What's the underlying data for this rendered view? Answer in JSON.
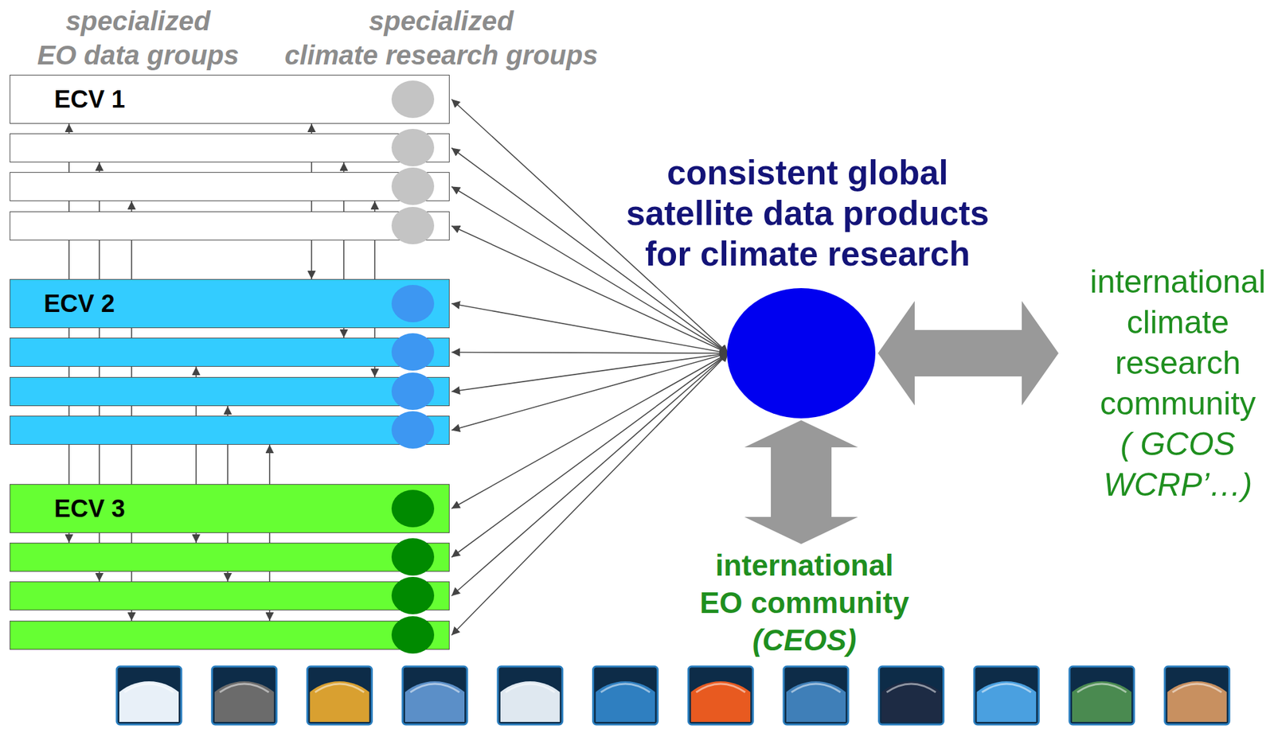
{
  "diagram": {
    "nodes": [
      {
        "text": [
          "ECV 1"
        ]
      },
      {
        "text": []
      },
      {
        "text": []
      },
      {
        "text": []
      },
      {
        "text": [
          "ECV 2"
        ]
      },
      {
        "text": []
      },
      {
        "text": []
      },
      {
        "text": []
      },
      {
        "text": [
          "ECV 3"
        ]
      },
      {
        "text": []
      },
      {
        "text": []
      },
      {
        "text": []
      },
      {
        "text": [
          "consistent global satellite data products for climate research"
        ]
      },
      {
        "text": [
          "international climate research community",
          "( GCOS WCRP’…)"
        ]
      },
      {
        "text": [
          "international EO community",
          "(CEOS)"
        ]
      }
    ],
    "edges": [
      {
        "from": 0,
        "to": 9,
        "arrow": "both"
      },
      {
        "from": 1,
        "to": 10,
        "arrow": "both"
      },
      {
        "from": 2,
        "to": 11,
        "arrow": "both"
      },
      {
        "from": 0,
        "to": 4,
        "arrow": "both"
      },
      {
        "from": 1,
        "to": 5,
        "arrow": "both"
      },
      {
        "from": 2,
        "to": 6,
        "arrow": "both"
      },
      {
        "from": 5,
        "to": 9,
        "arrow": "both"
      },
      {
        "from": 6,
        "to": 10,
        "arrow": "both"
      },
      {
        "from": 7,
        "to": 11,
        "arrow": "both"
      },
      {
        "from": 12,
        "to": 0,
        "arrow": "both"
      },
      {
        "from": 12,
        "to": 1,
        "arrow": "both"
      },
      {
        "from": 12,
        "to": 2,
        "arrow": "both"
      },
      {
        "from": 12,
        "to": 3,
        "arrow": "both"
      },
      {
        "from": 12,
        "to": 4,
        "arrow": "both"
      },
      {
        "from": 12,
        "to": 5,
        "arrow": "both"
      },
      {
        "from": 12,
        "to": 6,
        "arrow": "both"
      },
      {
        "from": 12,
        "to": 7,
        "arrow": "both"
      },
      {
        "from": 12,
        "to": 8,
        "arrow": "both"
      },
      {
        "from": 12,
        "to": 9,
        "arrow": "both"
      },
      {
        "from": 12,
        "to": 10,
        "arrow": "both"
      },
      {
        "from": 12,
        "to": 11,
        "arrow": "both"
      },
      {
        "from": 12,
        "to": 13,
        "arrow": "both"
      },
      {
        "from": 12,
        "to": 14,
        "arrow": "both"
      }
    ],
    "labels": [
      "specialized EO data groups",
      "specialized climate research groups"
    ]
  }
}
